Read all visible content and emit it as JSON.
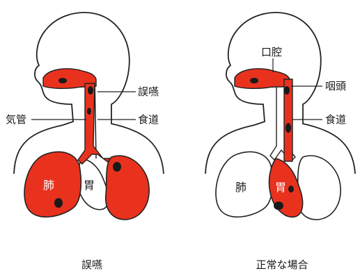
{
  "panels": [
    {
      "caption": "誤嚥",
      "labels": {
        "aspiration": "誤嚥",
        "trachea": "気管",
        "esophagus": "食道",
        "lung": "肺",
        "stomach": "胃"
      }
    },
    {
      "caption": "正常な場合",
      "labels": {
        "oral_cavity": "口腔",
        "pharynx": "咽頭",
        "esophagus": "食道",
        "lung": "肺",
        "stomach": "胃"
      }
    }
  ],
  "colors": {
    "food": "#e8321e",
    "bolus": "#1a1a1a",
    "outline": "#222222",
    "background": "#ffffff"
  }
}
